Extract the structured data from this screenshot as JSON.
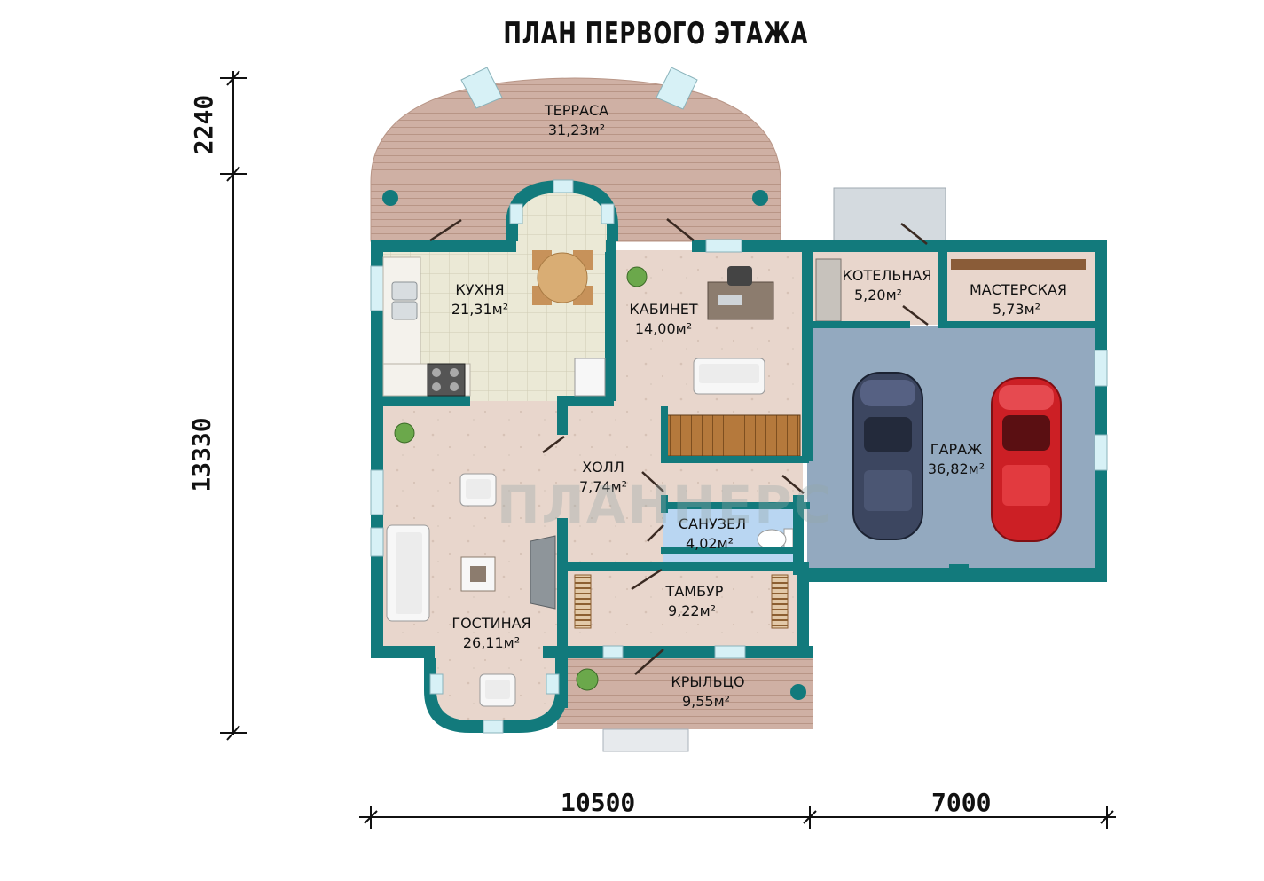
{
  "title": "ПЛАН ПЕРВОГО ЭТАЖА",
  "dimensions": {
    "top_vertical": "2240",
    "main_vertical": "13330",
    "bottom_left": "10500",
    "bottom_right": "7000"
  },
  "watermark": "ПЛАННЕРС",
  "rooms": {
    "terrace": {
      "name": "ТЕРРАСА",
      "area": "31,23м²"
    },
    "kitchen": {
      "name": "КУХНЯ",
      "area": "21,31м²"
    },
    "cabinet": {
      "name": "КАБИНЕТ",
      "area": "14,00м²"
    },
    "boiler": {
      "name": "КОТЕЛЬНАЯ",
      "area": "5,20м²"
    },
    "workshop": {
      "name": "МАСТЕРСКАЯ",
      "area": "5,73м²"
    },
    "hall": {
      "name": "ХОЛЛ",
      "area": "7,74м²"
    },
    "garage": {
      "name": "ГАРАЖ",
      "area": "36,82м²"
    },
    "bathroom": {
      "name": "САНУЗЕЛ",
      "area": "4,02м²"
    },
    "vestibule": {
      "name": "ТАМБУР",
      "area": "9,22м²"
    },
    "living": {
      "name": "ГОСТИНАЯ",
      "area": "26,11м²"
    },
    "porch": {
      "name": "КРЫЛЬЦО",
      "area": "9,55м²"
    }
  },
  "colors": {
    "wall": "#127a7c",
    "terrace": "#cfb0a4",
    "kitchen_floor": "#ebe9d6",
    "room_floor": "#e8d6cc",
    "garage_floor": "#93a9bf",
    "bathroom_floor": "#b9d6f2",
    "stairs": "#b5793c",
    "car_blue": "#3c4660",
    "car_red": "#cc1f25",
    "window": "#d7f1f6"
  }
}
